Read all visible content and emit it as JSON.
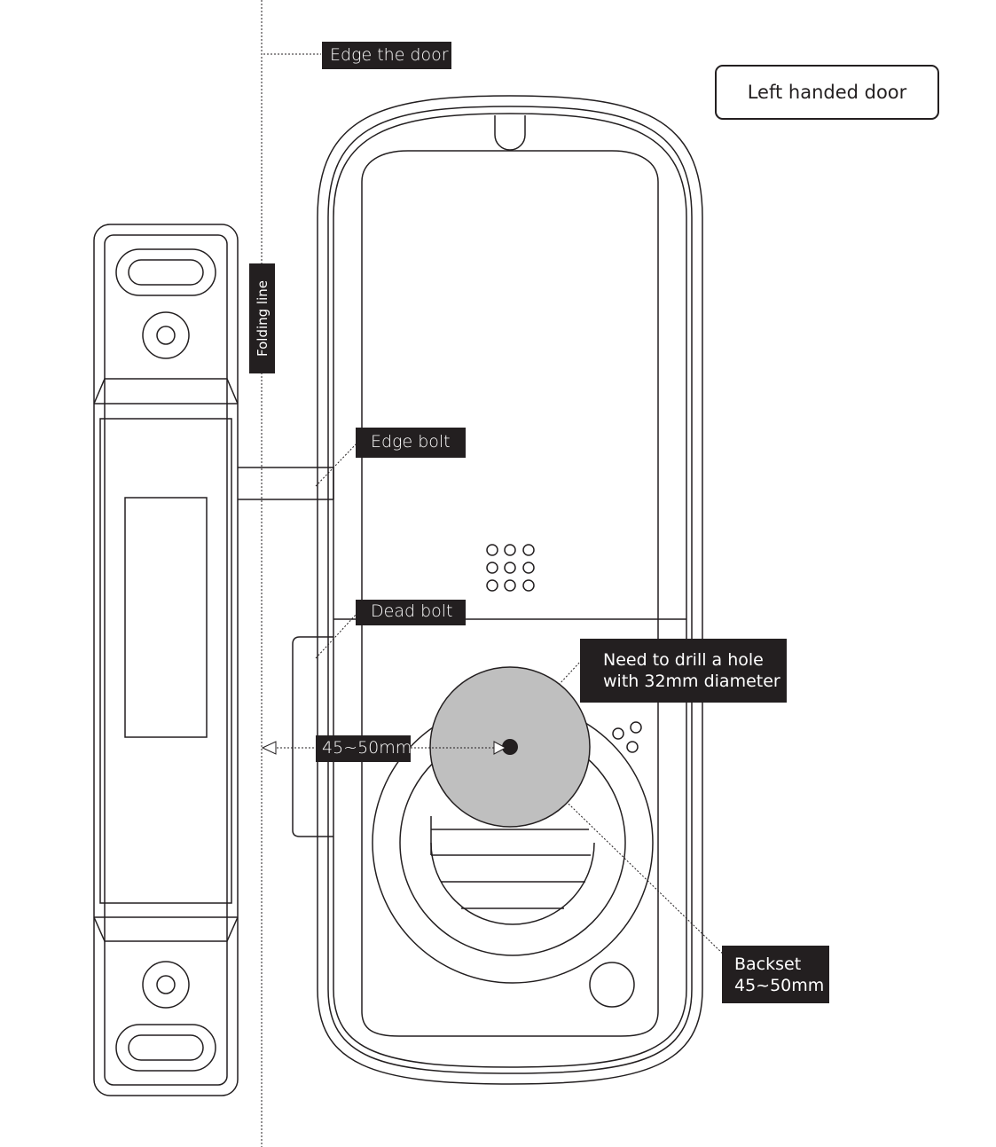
{
  "title": "Left handed door",
  "labels": {
    "edge_the_door": "Edge the door",
    "folding_line": "Folding line",
    "edge_bolt": "Edge bolt",
    "dead_bolt": "Dead bolt",
    "drill_hole_line1": "Need to drill a hole",
    "drill_hole_line2": "with 32mm diameter",
    "distance": "45~50mm",
    "backset_line1": "Backset",
    "backset_line2": "45~50mm"
  },
  "colors": {
    "ink": "#231f20",
    "drill_hole_fill": "#bfbfbf"
  }
}
